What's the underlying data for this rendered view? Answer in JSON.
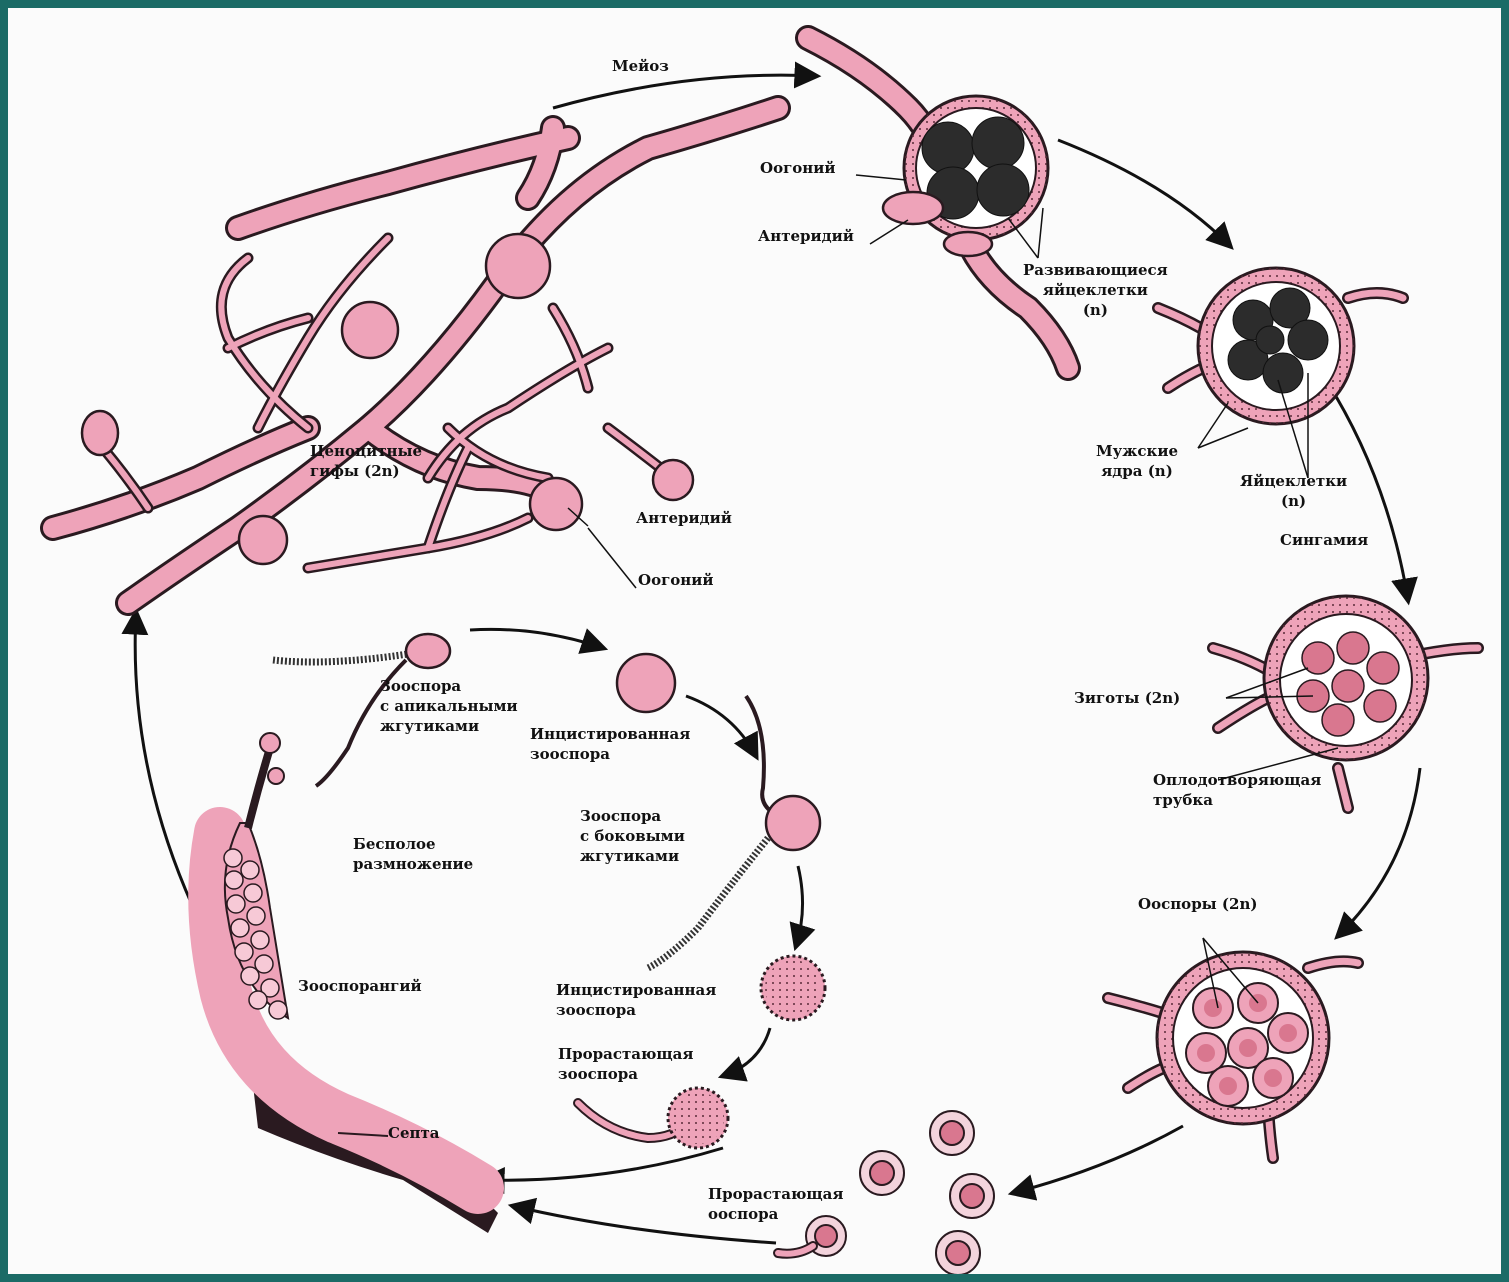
{
  "colors": {
    "page_border": "#1b6b66",
    "background": "#fbfbfb",
    "hyphae": "#eea3b9",
    "hyphae_outline": "#2a1a20",
    "egg_cells": "#2c2c2c",
    "zygote": "#d9778f",
    "text": "#111111"
  },
  "labels": {
    "meiosis": "Мейоз",
    "oogonium_top": "Оогоний",
    "antheridium_top": "Антеридий",
    "developing_eggs": "Развивающиеся\nяйцеклетки\n(n)",
    "coenocytic_hyphae": "Ценоцитные\nгифы (2n)",
    "antheridium_mid": "Антеридий",
    "oogonium_mid": "Оогоний",
    "male_nuclei": "Мужские\nядра (n)",
    "egg_cells": "Яйцеклетки\n(n)",
    "syngamy": "Сингамия",
    "zygotes": "Зиготы (2n)",
    "fertilization_tube": "Оплодотворяющая\nтрубка",
    "oospores": "Ооспоры (2n)",
    "germinating_oospore": "Прорастающая\nооспора",
    "zoospore_apical": "Зооспора\nс апикальными\nжгутиками",
    "encysted_zoospore_1": "Инцистированная\nзооспора",
    "zoospore_lateral": "Зооспора\nс боковыми\nжгутиками",
    "encysted_zoospore_2": "Инцистированная\nзооспора",
    "germinating_zoospore": "Прорастающая\nзооспора",
    "asexual_reproduction": "Бесполое\nразмножение",
    "zoosporangium": "Зооспорангий",
    "septum": "Септа"
  }
}
